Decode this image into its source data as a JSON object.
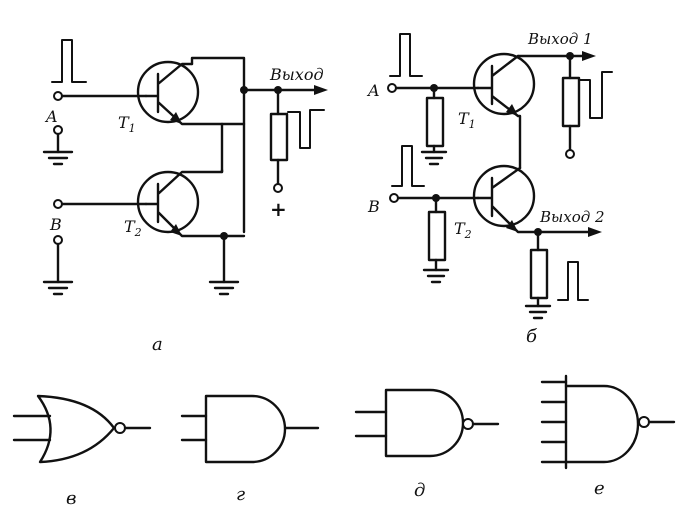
{
  "circuit_a": {
    "input_a": "A",
    "input_b": "B",
    "transistor_1": "T",
    "transistor_1_sub": "1",
    "transistor_2": "T",
    "transistor_2_sub": "2",
    "output": "Выход",
    "supply": "+",
    "caption": "а"
  },
  "circuit_b": {
    "input_a": "A",
    "input_b": "B",
    "transistor_1": "T",
    "transistor_1_sub": "1",
    "transistor_2": "T",
    "transistor_2_sub": "2",
    "output_1": "Выход 1",
    "output_2": "Выход 2",
    "caption": "б"
  },
  "gates": {
    "nor_caption": "в",
    "and_caption": "г",
    "nand2_caption": "д",
    "nand5_caption": "е"
  }
}
